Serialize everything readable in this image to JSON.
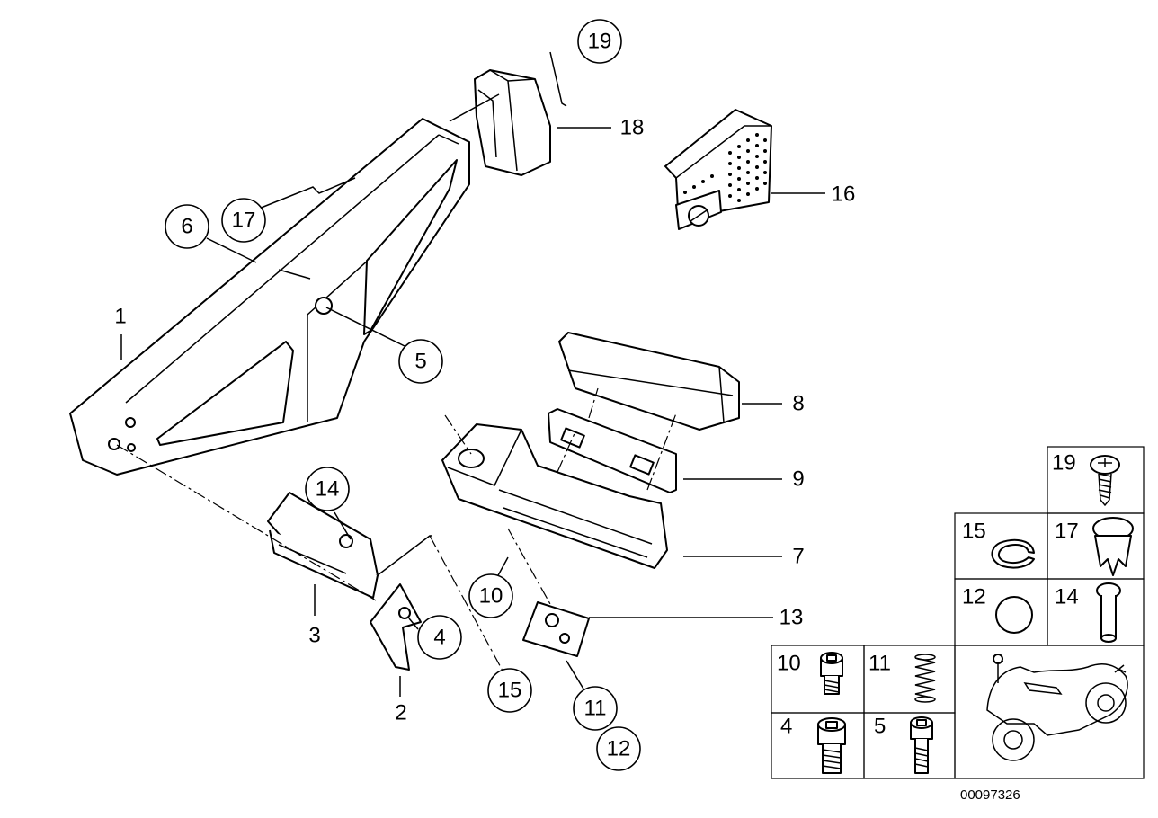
{
  "callouts": {
    "c1": "1",
    "c2": "2",
    "c3": "3",
    "c4": "4",
    "c5": "5",
    "c6": "6",
    "c7": "7",
    "c8": "8",
    "c9": "9",
    "c10": "10",
    "c11": "11",
    "c12": "12",
    "c13": "13",
    "c14": "14",
    "c15": "15",
    "c16": "16",
    "c17": "17",
    "c18": "18",
    "c19": "19"
  },
  "legend": {
    "r19": "19",
    "r15": "15",
    "r17": "17",
    "r12": "12",
    "r14": "14",
    "r10": "10",
    "r11": "11",
    "r4": "4",
    "r5": "5"
  },
  "doc_id": "00097326"
}
